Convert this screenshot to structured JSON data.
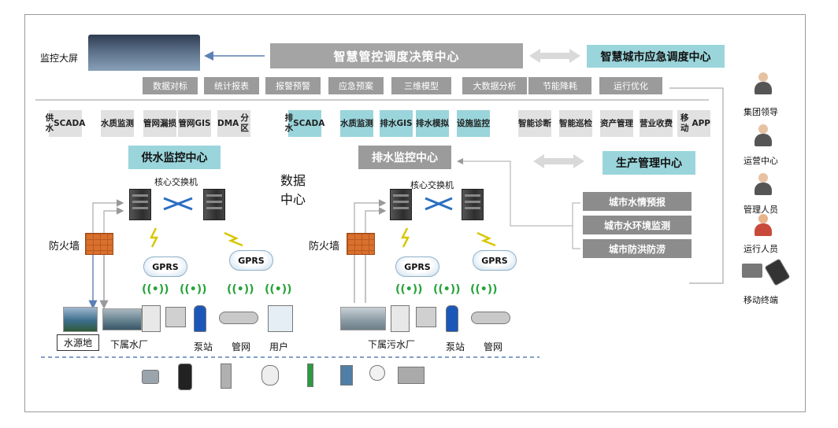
{
  "top": {
    "monitor_screen_label": "监控大屏",
    "decision_center": "智慧管控调度决策中心",
    "emergency_center": "智慧城市应急调度中心",
    "functions": [
      "数据对标",
      "统计报表",
      "报警预警",
      "应急预案",
      "三维模型",
      "大数据分析",
      "节能降耗",
      "运行优化"
    ]
  },
  "systems_supply": [
    [
      "供水",
      "SCADA"
    ],
    [
      "水质",
      "监测"
    ],
    [
      "管网",
      "漏损"
    ],
    [
      "管网",
      "GIS"
    ],
    [
      "DMA",
      "分区"
    ]
  ],
  "systems_drain": [
    [
      "排水",
      "SCADA"
    ],
    [
      "水质",
      "监测"
    ],
    [
      "排水",
      "GIS"
    ],
    [
      "排水",
      "模拟"
    ],
    [
      "设施",
      "监控"
    ]
  ],
  "systems_other": [
    [
      "智能",
      "诊断"
    ],
    [
      "智能",
      "巡检"
    ],
    [
      "资产",
      "管理"
    ],
    [
      "营业",
      "收费"
    ],
    [
      "移动",
      "APP"
    ]
  ],
  "centers": {
    "supply": "供水监控中心",
    "drain": "排水监控中心",
    "production": "生产管理中心",
    "data_center_1": "数据",
    "data_center_2": "中心"
  },
  "network": {
    "core_switch": "核心交换机",
    "firewall": "防火墙",
    "gprs": "GPRS"
  },
  "city_items": [
    "城市水情预报",
    "城市水环境监测",
    "城市防洪防涝"
  ],
  "supply_nodes": [
    "水源地",
    "下属水厂",
    "泵站",
    "管网",
    "用户"
  ],
  "drain_nodes": [
    "下属污水厂",
    "泵站",
    "管网"
  ],
  "users": [
    "集团领导",
    "运营中心",
    "管理人员",
    "运行人员",
    "移动终端"
  ],
  "colors": {
    "teal": "#9ad5db",
    "grey": "#a4a4a4",
    "dark_grey": "#8c8c8c",
    "arrow_blue": "#5a80b5"
  }
}
